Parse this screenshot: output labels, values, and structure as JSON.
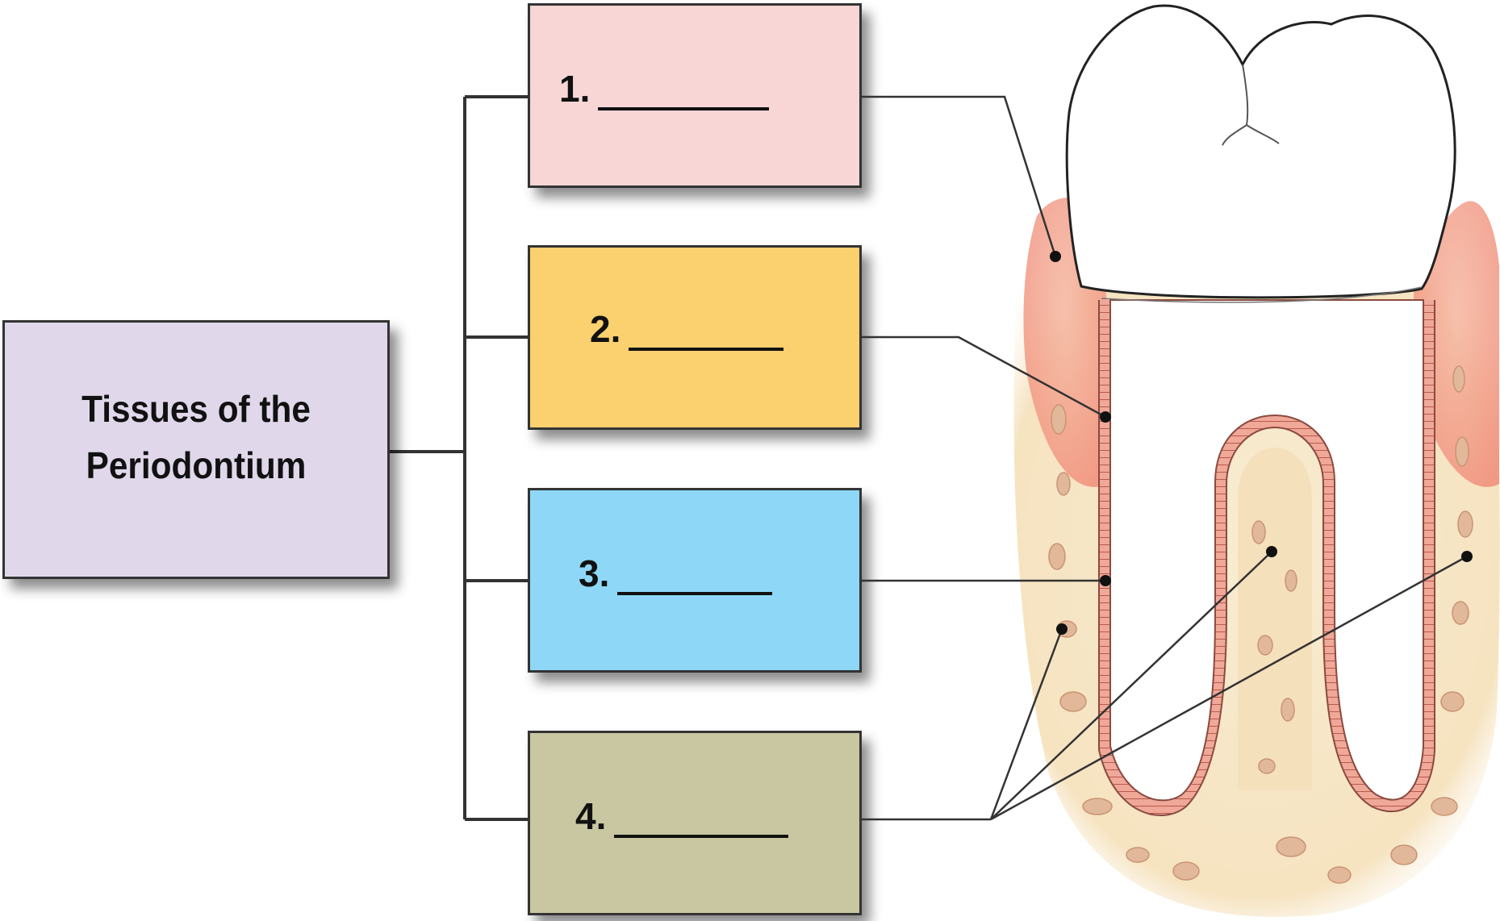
{
  "root": {
    "line1": "Tissues of the",
    "line2": "Periodontium",
    "color": "#e0d8ea"
  },
  "labels": [
    {
      "number": "1.",
      "color": "#f8d6d6"
    },
    {
      "number": "2.",
      "color": "#fbd06e"
    },
    {
      "number": "3.",
      "color": "#8ed7f6"
    },
    {
      "number": "4.",
      "color": "#c9c7a2"
    }
  ],
  "colors": {
    "connector": "#333333",
    "gingiva": "#f0a08c",
    "bone": "#f6e7c8",
    "bone_spot": "#e0b898",
    "ligament": "#e08878",
    "tooth": "#ffffff"
  }
}
